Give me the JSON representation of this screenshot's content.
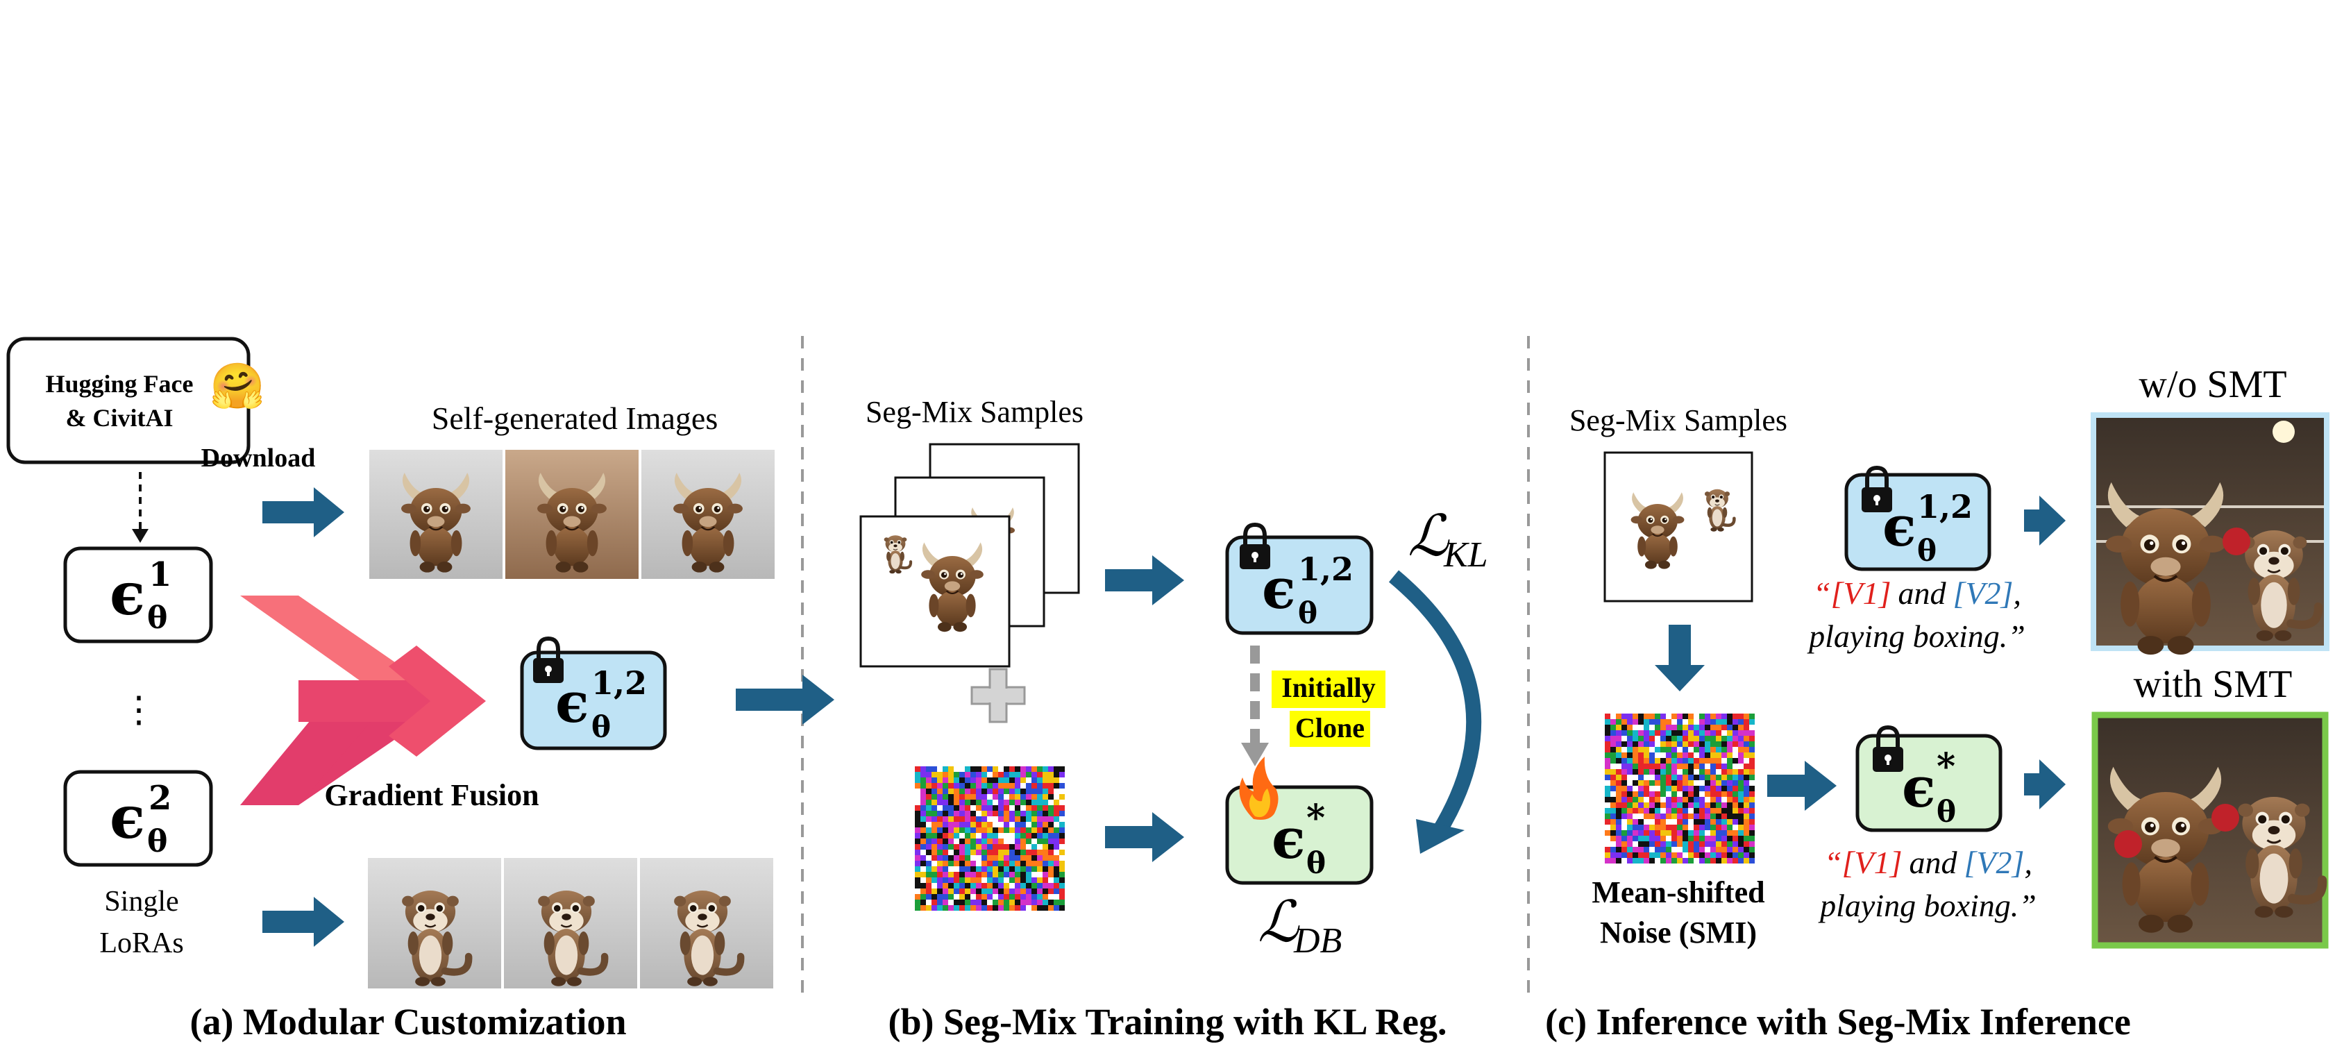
{
  "source_box": {
    "line1": "Hugging Face",
    "line2": "& CivitAI",
    "emoji": "🤗"
  },
  "labels": {
    "download": "Download",
    "self_generated": "Self-generated Images",
    "gradient_fusion": "Gradient Fusion",
    "single": "Single",
    "loras": "LoRAs",
    "vdots": "⋮",
    "segmix_b": "Seg-Mix Samples",
    "segmix_c": "Seg-Mix Samples",
    "initially": "Initially",
    "clone": "Clone",
    "smi1": "Mean-shifted",
    "smi2": "Noise (SMI)",
    "wo_smt": "w/o SMT",
    "with_smt": "with SMT"
  },
  "models": {
    "eps": "ϵ",
    "theta": "θ",
    "sup1": "1",
    "sup2": "2",
    "sup12": "1,2",
    "star": "*"
  },
  "losses": {
    "script": "ℒ",
    "kl": "KL",
    "db": "DB"
  },
  "prompt": {
    "open": "“",
    "v1": "[V1]",
    "and": "and",
    "v2": "[V2]",
    "comma": ",",
    "line2": "playing boxing.”"
  },
  "captions": {
    "a": "(a) Modular Customization",
    "b": "(b) Seg-Mix Training with KL Reg.",
    "c": "(c) Inference with Seg-Mix Inference"
  },
  "colors": {
    "arrow": "#1f5f86",
    "blue_box": "#bfe3f5",
    "green_box": "#d8f2d2",
    "highlight": "#ffff00",
    "v1": "#e0201c",
    "v2": "#2f78b7",
    "fusion_light": "#f7707a",
    "fusion_dark": "#e23d6b",
    "wo_frame": "#bfe3f5",
    "with_frame": "#7ac94a"
  },
  "icons": [
    "hugging-face-emoji",
    "lock-icon",
    "fire-icon",
    "plus-icon",
    "down-arrow",
    "dashed-arrow",
    "curved-arrow"
  ]
}
